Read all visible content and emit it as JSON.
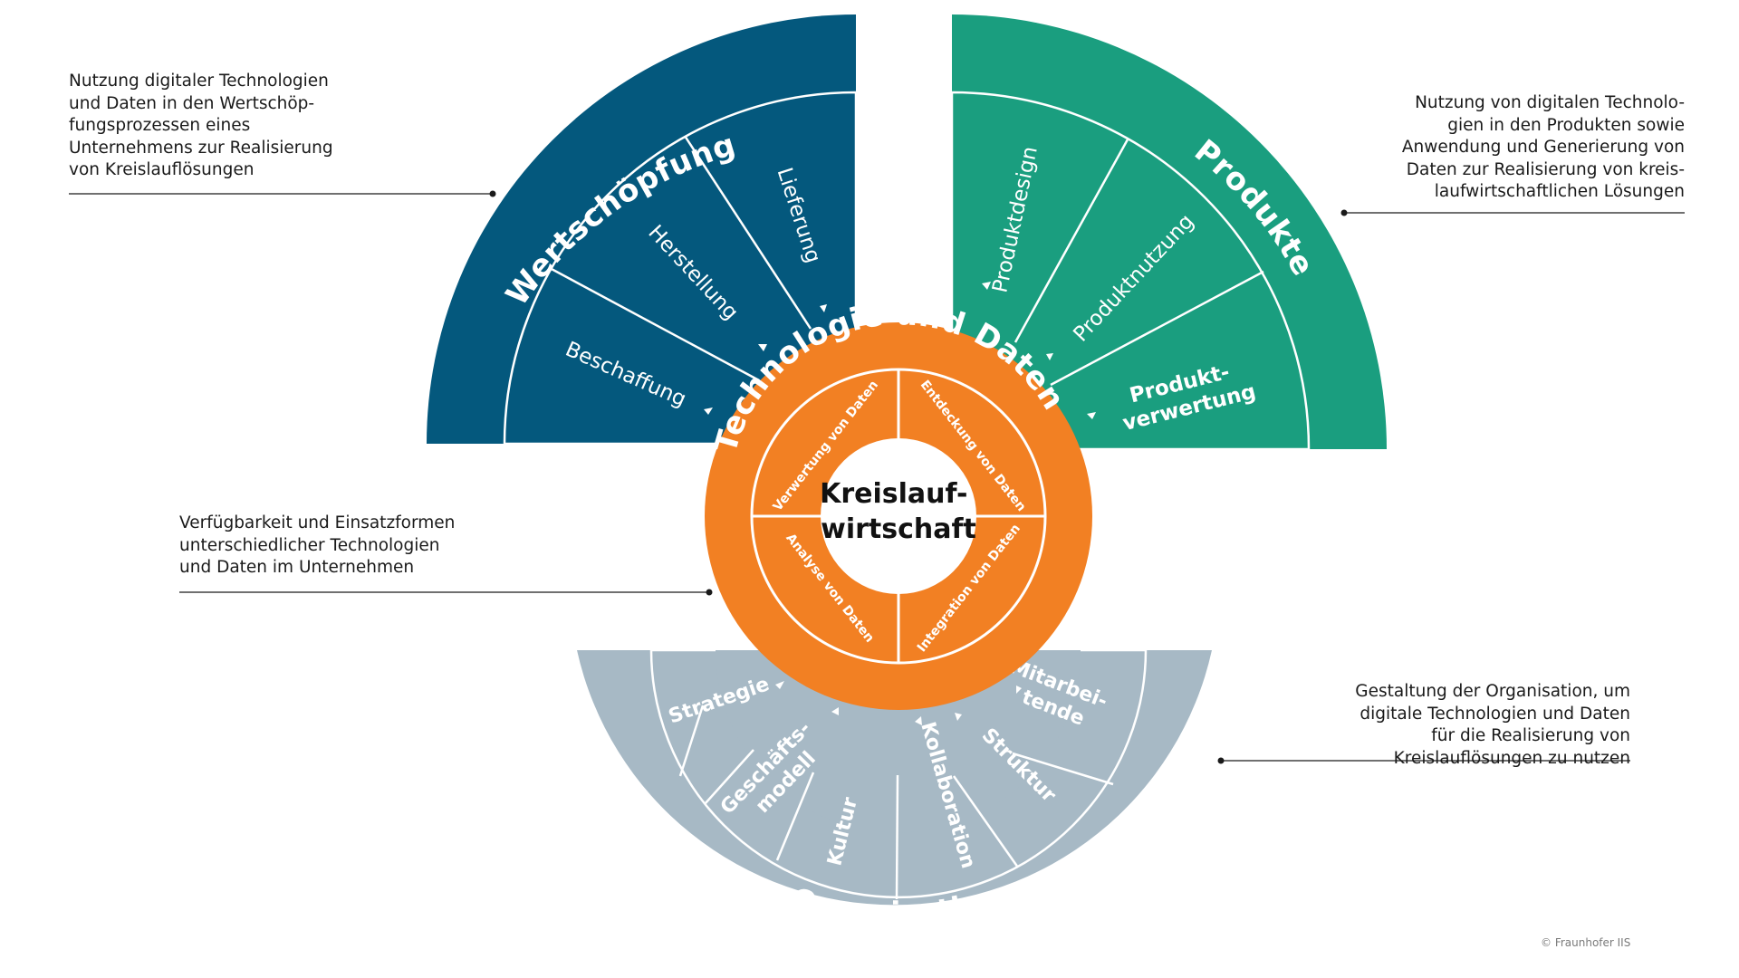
{
  "colors": {
    "wertschoepfung": "#04587d",
    "produkte": "#1a9e7f",
    "technologie": "#f28023",
    "organisation": "#a7b9c5",
    "center": "#ffffff",
    "text_dark": "#1a1a1a",
    "text_light": "#ffffff"
  },
  "center": {
    "line1": "Kreislauf-",
    "line2": "wirtschaft"
  },
  "technologie": {
    "title": "Technologie und Daten",
    "segments": {
      "verwertung": "Verwertung von Daten",
      "entdeckung": "Entdeckung von Daten",
      "integration": "Integration von Daten",
      "analyse": "Analyse von Daten"
    }
  },
  "wertschoepfung": {
    "title": "Wertschöpfung",
    "segments": {
      "beschaffung": "Beschaffung",
      "herstellung": "Herstellung",
      "lieferung": "Lieferung"
    }
  },
  "produkte": {
    "title": "Produkte",
    "segments": {
      "produktdesign": "Produktdesign",
      "produktnutzung": "Produktnutzung",
      "verwertung_line1": "Produkt-",
      "verwertung_line2": "verwertung"
    }
  },
  "organisation": {
    "title": "Organisation",
    "segments": {
      "strategie": "Strategie",
      "geschaeftsmodell_line1": "Geschäfts-",
      "geschaeftsmodell_line2": "modell",
      "kultur": "Kultur",
      "kollaboration": "Kollaboration",
      "struktur": "Struktur",
      "mitarbeitende_line1": "Mitarbei-",
      "mitarbeitende_line2": "tende"
    }
  },
  "notes": {
    "wertschoepfung": [
      "Nutzung digitaler Technologien",
      "und Daten in den Wertschöp-",
      "fungsprozessen eines",
      "Unternehmens zur Realisierung",
      "von Kreislauflösungen"
    ],
    "produkte": [
      "Nutzung von digitalen Technolo-",
      "gien in den Produkten sowie",
      "Anwendung und Generierung von",
      "Daten zur Realisierung von kreis-",
      "laufwirtschaftlichen Lösungen"
    ],
    "technologie": [
      "Verfügbarkeit und Einsatzformen",
      "unterschiedlicher Technologien",
      "und Daten im Unternehmen"
    ],
    "organisation": [
      "Gestaltung der Organisation, um",
      "digitale Technologien und Daten",
      "für die Realisierung von",
      "Kreislauflösungen zu nutzen"
    ]
  },
  "copyright": "© Fraunhofer IIS"
}
